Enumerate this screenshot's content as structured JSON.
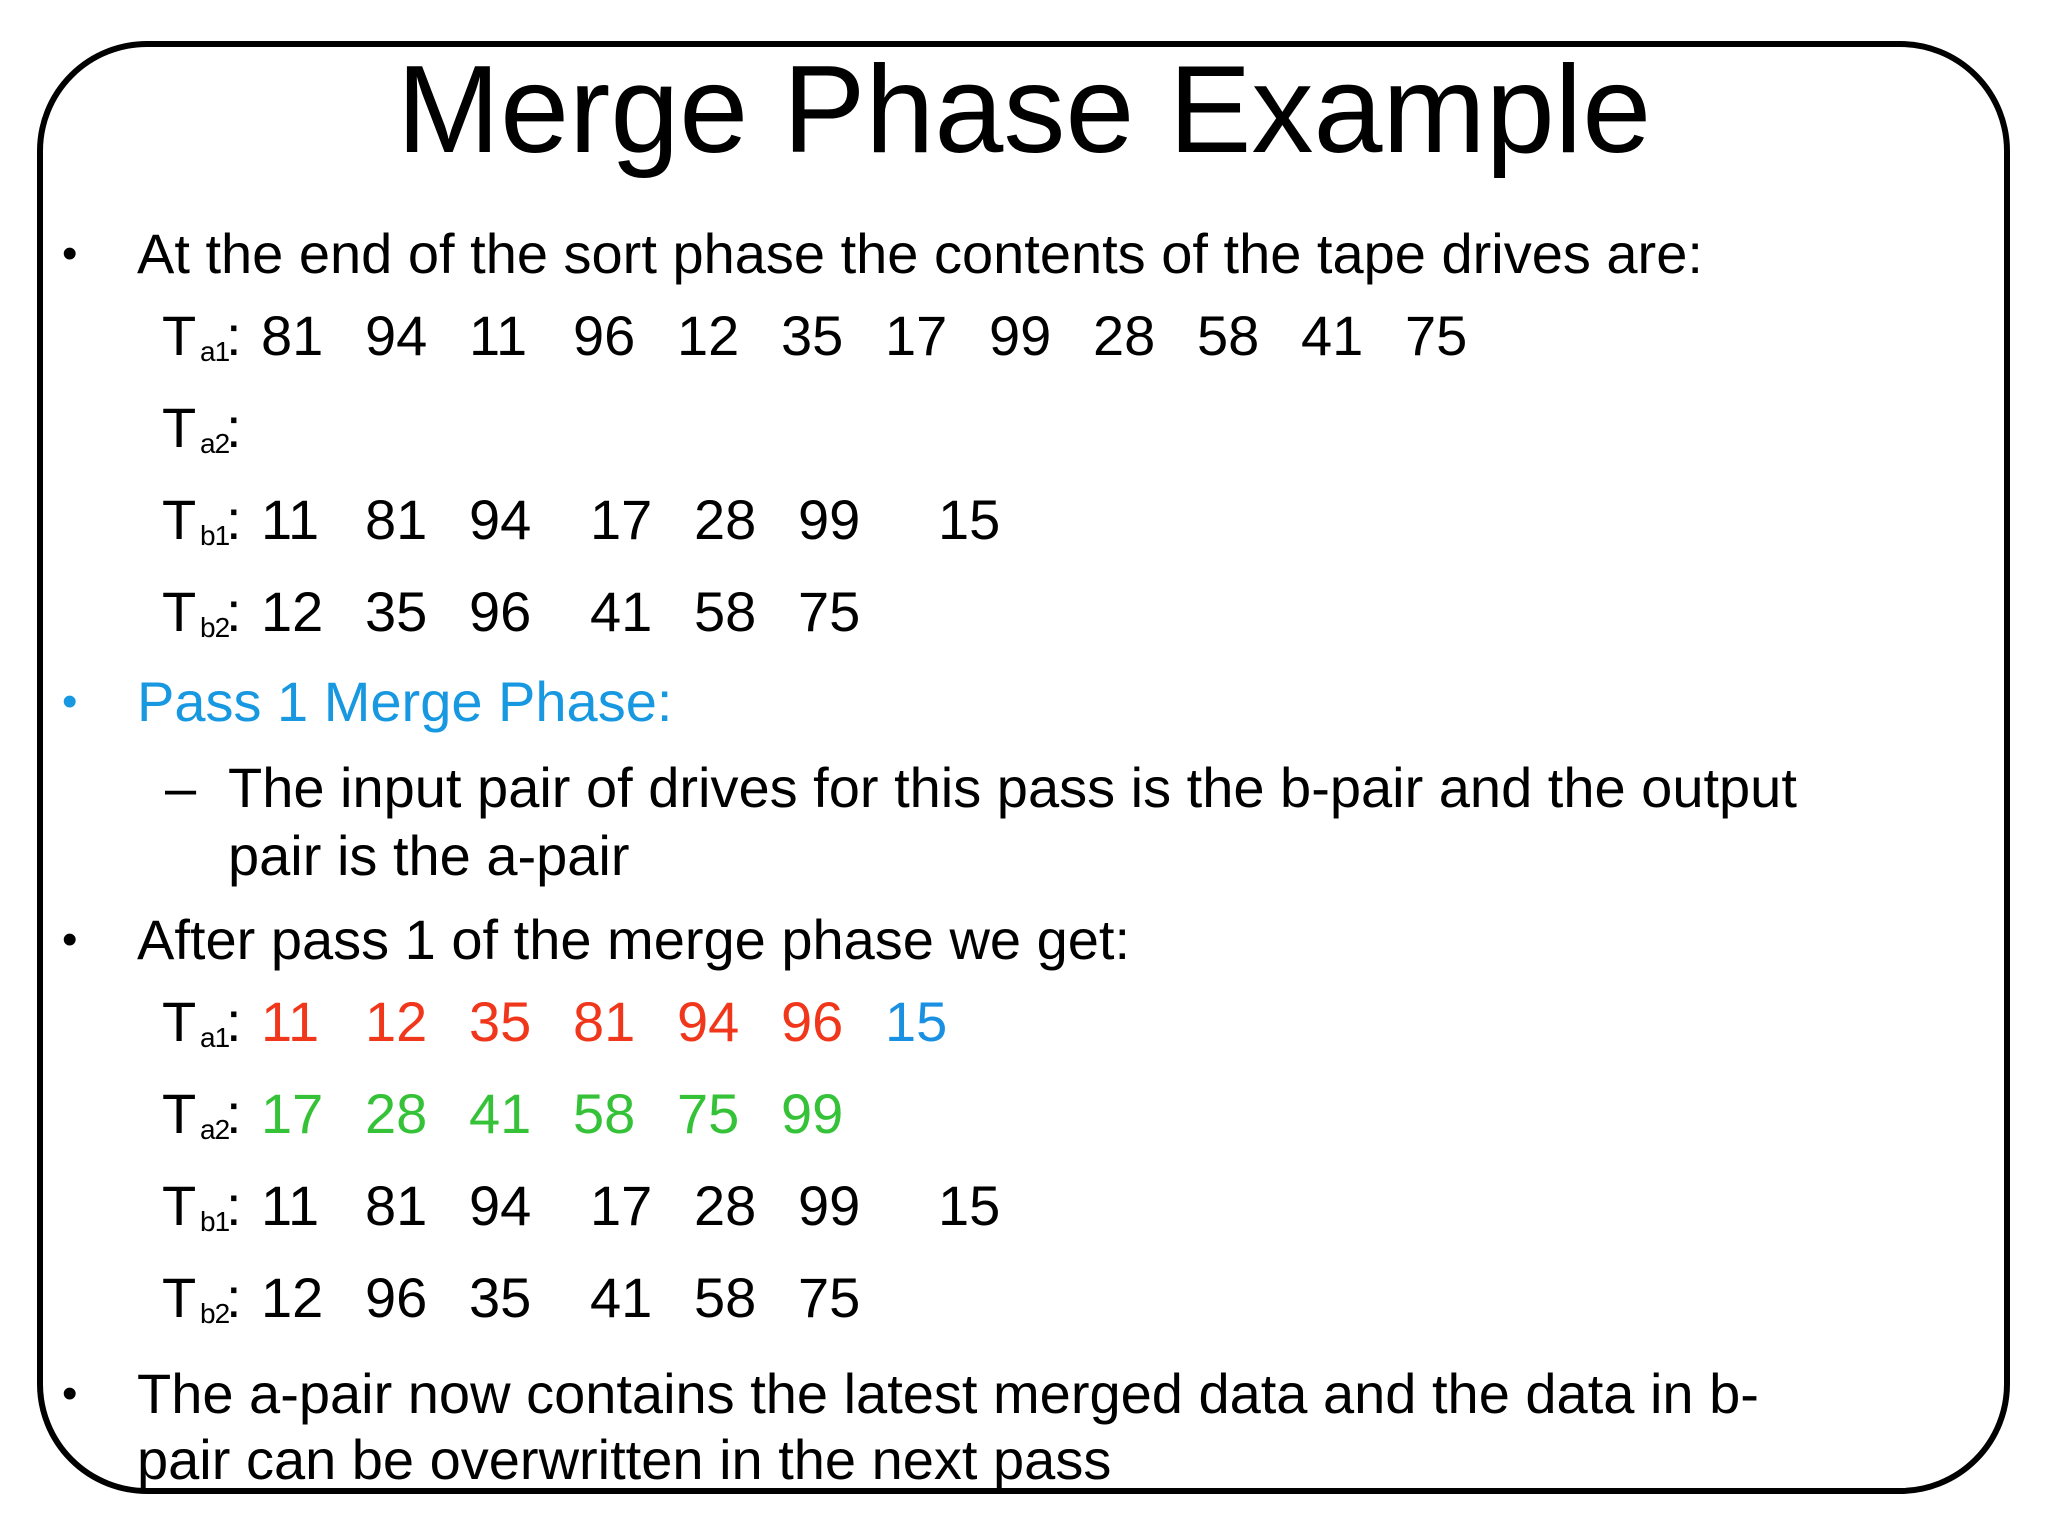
{
  "title": "Merge Phase Example",
  "colors": {
    "heading_blue": "#1798e0",
    "merged_red": "#f0371b",
    "merged_green": "#35c238",
    "leftover_blue": "#1a90e3"
  },
  "bullets": {
    "b1": "At the end of the sort phase the contents of the tape drives are:",
    "b2": "Pass 1 Merge Phase:",
    "b2_sub_line1": "The input pair of drives for this pass is the b-pair and the output",
    "b2_sub_line2": "pair is the a-pair",
    "b3": "After pass 1 of the merge phase we get:",
    "b4_line1": "The a-pair now contains the latest merged data and the data in b-",
    "b4_line2": "pair can be overwritten in the next pass"
  },
  "tapes_before": [
    {
      "name": "T",
      "sub": "a1",
      "values": [
        "81",
        "94",
        "11",
        "96",
        "12",
        "35",
        "17",
        "99",
        "28",
        "58",
        "41",
        "75"
      ]
    },
    {
      "name": "T",
      "sub": "a2",
      "values": []
    },
    {
      "name": "T",
      "sub": "b1",
      "values": [
        "11",
        "81",
        "94",
        "17",
        "28",
        "99",
        "15"
      ]
    },
    {
      "name": "T",
      "sub": "b2",
      "values": [
        "12",
        "35",
        "96",
        "41",
        "58",
        "75"
      ]
    }
  ],
  "tapes_after": [
    {
      "name": "T",
      "sub": "a1",
      "values": [
        "11",
        "12",
        "35",
        "81",
        "94",
        "96",
        "15"
      ]
    },
    {
      "name": "T",
      "sub": "a2",
      "values": [
        "17",
        "28",
        "41",
        "58",
        "75",
        "99"
      ]
    },
    {
      "name": "T",
      "sub": "b1",
      "values": [
        "11",
        "81",
        "94",
        "17",
        "28",
        "99",
        "15"
      ]
    },
    {
      "name": "T",
      "sub": "b2",
      "values": [
        "12",
        "96",
        "35",
        "41",
        "58",
        "75"
      ]
    }
  ]
}
